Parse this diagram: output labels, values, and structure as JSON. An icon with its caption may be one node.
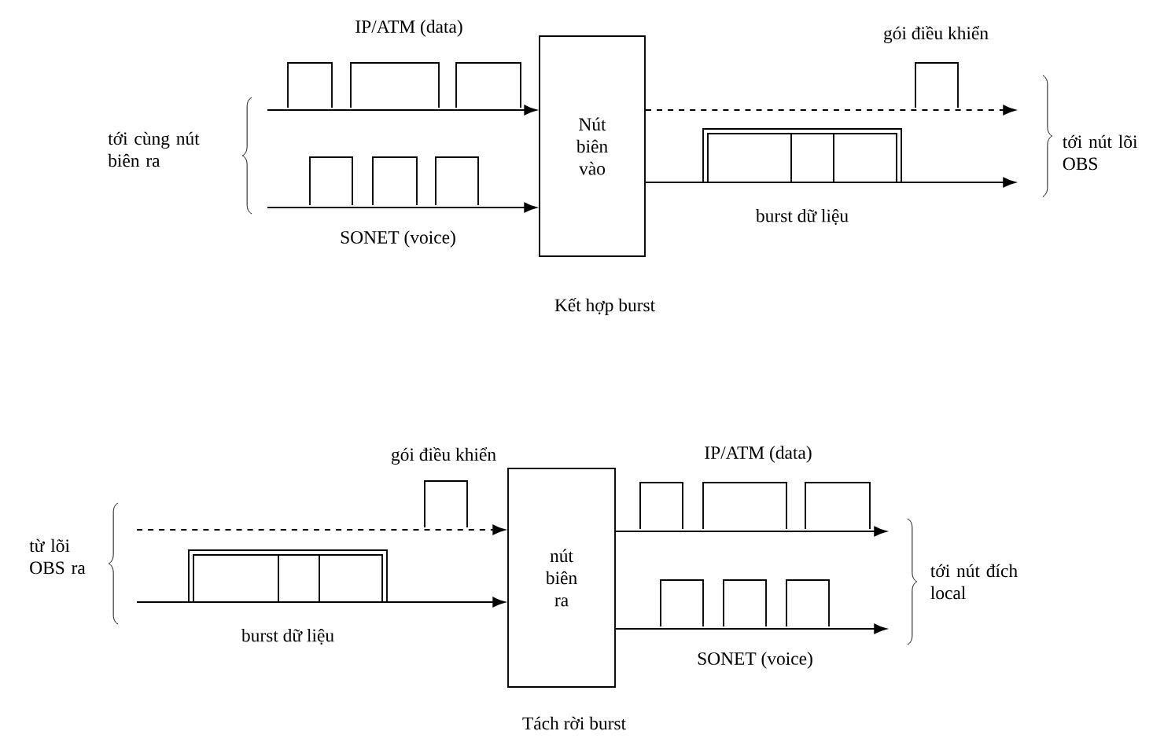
{
  "diagram": {
    "nodes": [
      {
        "text": [
          "Nút biên vào"
        ],
        "beside": [
          "Kết hợp burst"
        ]
      },
      {
        "text": [
          "nút biên ra"
        ],
        "beside": [
          "Tách rời burst"
        ]
      }
    ],
    "edges": [
      {
        "from": null,
        "to": 0,
        "arrow": "to",
        "label": "IP/ATM (data)"
      },
      {
        "from": null,
        "to": 0,
        "arrow": "to",
        "label": "SONET (voice)"
      },
      {
        "from": 0,
        "to": null,
        "arrow": "to",
        "style": "dashed",
        "label": "gói điều khiển"
      },
      {
        "from": 0,
        "to": null,
        "arrow": "to",
        "label": "burst dữ liệu"
      },
      {
        "from": null,
        "to": 1,
        "arrow": "to",
        "style": "dashed",
        "label": "gói điều khiển"
      },
      {
        "from": null,
        "to": 1,
        "arrow": "to",
        "label": "burst dữ liệu"
      },
      {
        "from": 1,
        "to": null,
        "arrow": "to",
        "label": "IP/ATM (data)"
      },
      {
        "from": 1,
        "to": null,
        "arrow": "to",
        "label": "SONET (voice)"
      }
    ],
    "labels": [
      "tới cùng nút biên ra",
      "tới nút lõi OBS",
      "từ lõi OBS ra",
      "tới nút đích local"
    ]
  }
}
